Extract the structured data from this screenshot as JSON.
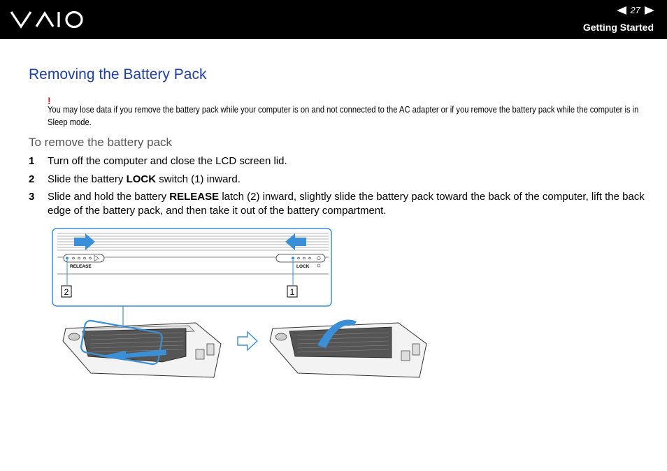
{
  "header": {
    "logo_icon": "vaio-logo",
    "page_number": "27",
    "section": "Getting Started"
  },
  "title": "Removing the Battery Pack",
  "warning": {
    "mark": "!",
    "text": "You may lose data if you remove the battery pack while your computer is on and not connected to the AC adapter or if you remove the battery pack while the computer is in Sleep mode."
  },
  "subheading": "To remove the battery pack",
  "steps": [
    {
      "num": "1",
      "pre": "Turn off the computer and close the LCD screen lid.",
      "bold": "",
      "post": ""
    },
    {
      "num": "2",
      "pre": "Slide the battery ",
      "bold": "LOCK",
      "post": " switch (1) inward."
    },
    {
      "num": "3",
      "pre": "Slide and hold the battery ",
      "bold": "RELEASE",
      "post": " latch (2) inward, slightly slide the battery pack toward the back of the computer, lift the back edge of the battery pack, and then take it out of the battery compartment."
    }
  ],
  "figure": {
    "release_label": "RELEASE",
    "lock_label": "LOCK",
    "callout_release": "2",
    "callout_lock": "1",
    "accent_color": "#3a8fd6"
  }
}
